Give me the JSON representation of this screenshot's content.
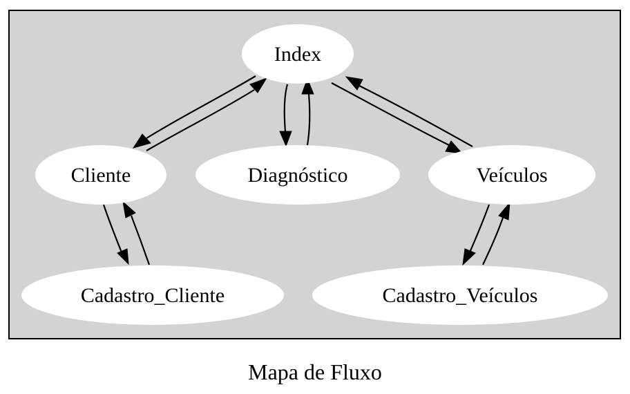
{
  "diagram": {
    "caption": "Mapa de Fluxo",
    "colors": {
      "cluster_fill": "#d3d3d3",
      "cluster_border": "#000000",
      "node_fill": "#ffffff",
      "edge": "#000000"
    },
    "nodes": {
      "index": "Index",
      "cliente": "Cliente",
      "diagnostico": "Diagnóstico",
      "veiculos": "Veículos",
      "cadastro_cliente": "Cadastro_Cliente",
      "cadastro_veiculos": "Cadastro_Veículos"
    },
    "edges": [
      {
        "from": "index",
        "to": "cliente"
      },
      {
        "from": "cliente",
        "to": "index"
      },
      {
        "from": "index",
        "to": "diagnostico"
      },
      {
        "from": "diagnostico",
        "to": "index"
      },
      {
        "from": "index",
        "to": "veiculos"
      },
      {
        "from": "veiculos",
        "to": "index"
      },
      {
        "from": "cliente",
        "to": "cadastro_cliente"
      },
      {
        "from": "cadastro_cliente",
        "to": "cliente"
      },
      {
        "from": "veiculos",
        "to": "cadastro_veiculos"
      },
      {
        "from": "cadastro_veiculos",
        "to": "veiculos"
      }
    ]
  }
}
